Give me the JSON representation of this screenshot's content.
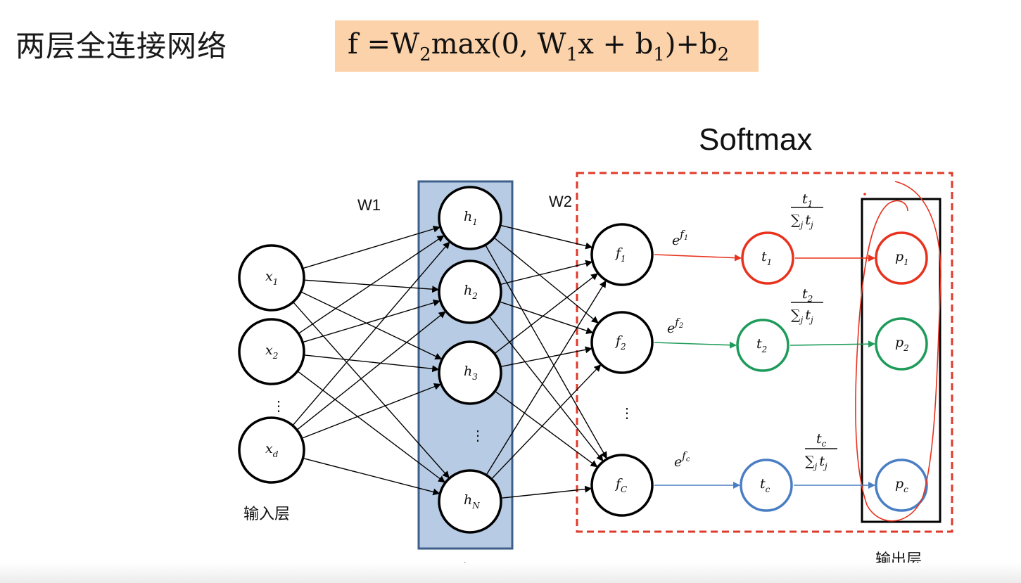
{
  "title": "两层全连接网络",
  "formula": {
    "lead": "f  =W",
    "w2_sub": "2",
    "mid": "max(0, W",
    "w1_sub": "1",
    "x_plus_b": "x + b",
    "b1_sub": "1",
    "tail": ")+b",
    "b2_sub": "2"
  },
  "diagram": {
    "softmax_label": "Softmax",
    "w1_label": "W1",
    "w2_label": "W2",
    "input_layer_label": "输入层",
    "hidden_layer_label": "隐层",
    "output_layer_label": "输出层",
    "ellipsis": "⋮",
    "input_nodes": [
      {
        "base": "x",
        "sub": "1"
      },
      {
        "base": "x",
        "sub": "2"
      },
      {
        "base": "x",
        "sub": "d"
      }
    ],
    "hidden_nodes": [
      {
        "base": "h",
        "sub": "1"
      },
      {
        "base": "h",
        "sub": "2"
      },
      {
        "base": "h",
        "sub": "3"
      },
      {
        "base": "h",
        "sub": "N"
      }
    ],
    "score_nodes": [
      {
        "base": "f",
        "sub": "1"
      },
      {
        "base": "f",
        "sub": "2"
      },
      {
        "base": "f",
        "sub": "C"
      }
    ],
    "exp_nodes": [
      {
        "base": "t",
        "sub": "1"
      },
      {
        "base": "t",
        "sub": "2"
      },
      {
        "base": "t",
        "sub": "c"
      }
    ],
    "prob_nodes": [
      {
        "base": "p",
        "sub": "1"
      },
      {
        "base": "p",
        "sub": "2"
      },
      {
        "base": "p",
        "sub": "c"
      }
    ],
    "exp_labels": [
      {
        "base": "e",
        "sup": "f",
        "supsub": "1"
      },
      {
        "base": "e",
        "sup": "f",
        "supsub": "2"
      },
      {
        "base": "e",
        "sup": "f",
        "supsub": "c"
      }
    ],
    "fraction_labels": [
      {
        "num": "t",
        "num_sub": "1",
        "den": "∑",
        "den_sub": "j",
        "den_tail": "t",
        "den_tail_sub": "j"
      },
      {
        "num": "t",
        "num_sub": "2",
        "den": "∑",
        "den_sub": "j",
        "den_tail": "t",
        "den_tail_sub": "j"
      },
      {
        "num": "t",
        "num_sub": "c",
        "den": "∑",
        "den_sub": "j",
        "den_tail": "t",
        "den_tail_sub": "j"
      }
    ],
    "colors": {
      "red": "#e8321e",
      "green": "#1e9b5a",
      "blue": "#4a7ec4",
      "hidden_fill": "#b7cbe4",
      "hidden_border": "#3e5f8a",
      "dashed_box": "#e03a2a"
    }
  }
}
